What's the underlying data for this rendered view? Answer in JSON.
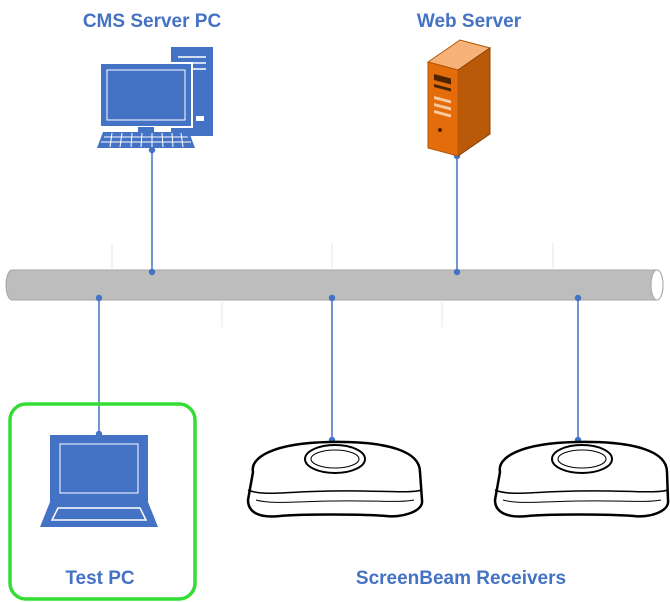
{
  "labels": {
    "cms_server": "CMS Server PC",
    "web_server": "Web Server",
    "test_pc": "Test PC",
    "receivers": "ScreenBeam Receivers"
  },
  "colors": {
    "label_blue": "#4472C4",
    "device_blue": "#4472C4",
    "link_blue": "#4472C4",
    "server_orange": "#E46C0A",
    "network_bus_gray": "#BFBFBF",
    "highlight_green": "#33DD33"
  },
  "icons": {
    "cms_server": "desktop-computer-icon",
    "web_server": "tower-server-icon",
    "test_pc": "laptop-icon",
    "receivers": "screenbeam-receiver-icon"
  }
}
